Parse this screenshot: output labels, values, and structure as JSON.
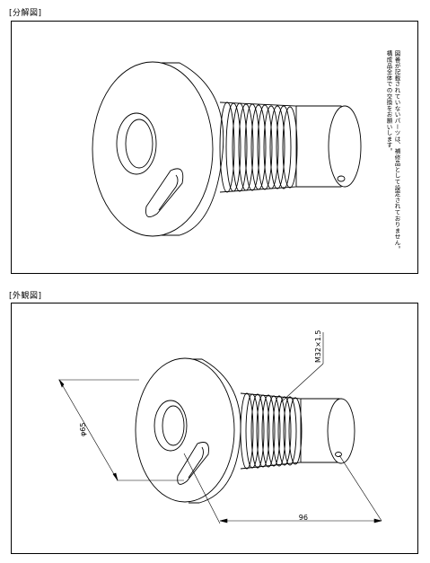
{
  "sections": {
    "exploded": {
      "label": "[分解図]"
    },
    "external": {
      "label": "[外観図]"
    }
  },
  "note": {
    "line1": "図番が記載されていないパーツは、補修品として設定されておりません。",
    "line2": "構成品全体での交換をお願いします。"
  },
  "dimensions": {
    "thread": "M32×1.5",
    "diameter": "φ65",
    "length": "96"
  }
}
